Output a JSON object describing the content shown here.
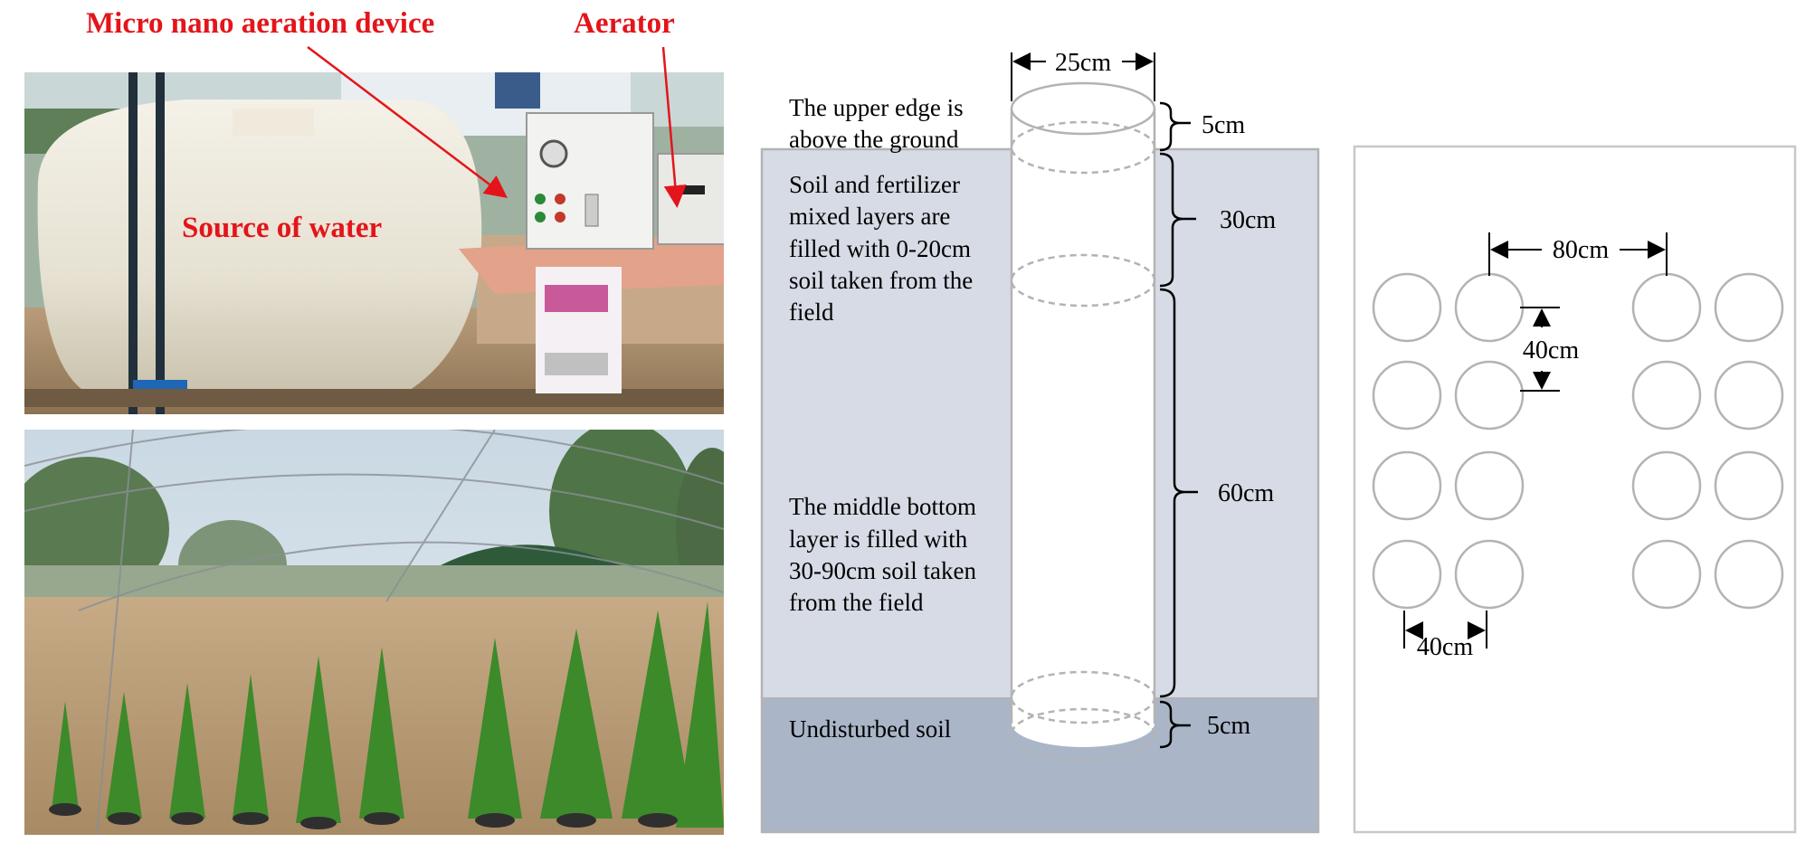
{
  "photos": {
    "top_labels": {
      "micro_nano": "Micro nano aeration device",
      "aerator": "Aerator",
      "water_source": "Source of water"
    },
    "colors": {
      "annotation": "#e3151a"
    }
  },
  "column": {
    "top_width": "25cm",
    "upper_edge_text": [
      "The upper edge is",
      "above the ground"
    ],
    "upper_edge_dim": "5cm",
    "mixed_layer_text": [
      "Soil and fertilizer",
      "mixed layers are",
      "filled with 0-20cm",
      "soil taken from the",
      "field"
    ],
    "mixed_layer_dim": "30cm",
    "bottom_layer_text": [
      "The middle bottom",
      "layer is filled with",
      "30-90cm soil taken",
      "from the field"
    ],
    "bottom_layer_dim": "60cm",
    "undisturbed_text": "Undisturbed soil",
    "undisturbed_dim": "5cm",
    "colors": {
      "soil": "#d6dbe5",
      "undisturbed": "#aab6c8",
      "outline": "#b3b3b3"
    }
  },
  "layout": {
    "row_spacing": "80cm",
    "column_spacing": "40cm",
    "plant_spacing": "40cm"
  }
}
